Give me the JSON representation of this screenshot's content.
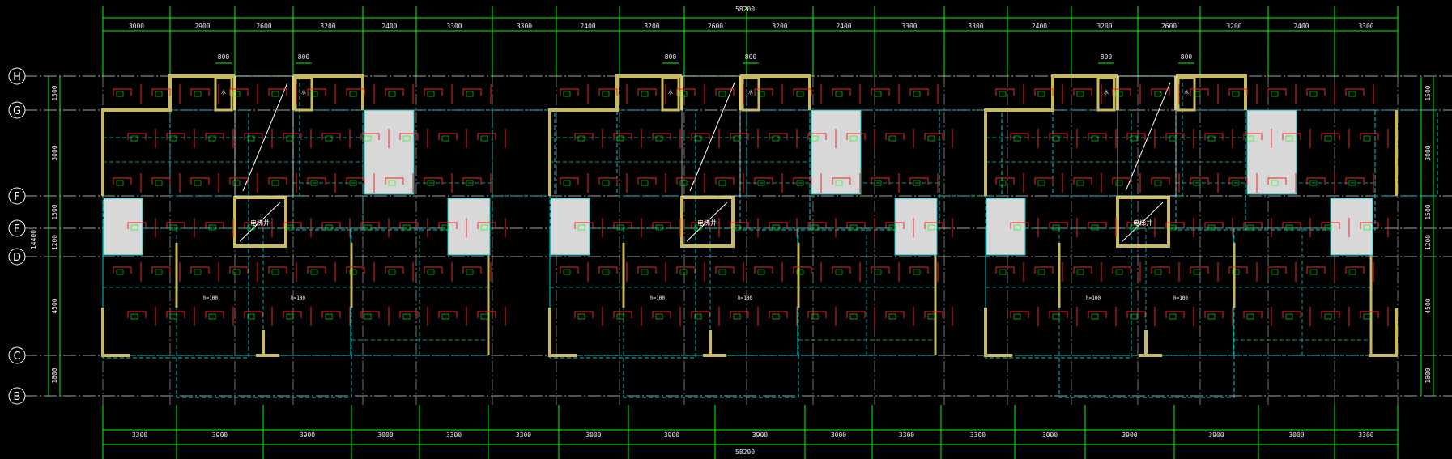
{
  "drawing": {
    "overall_dimension": "58200",
    "top_dimensions": [
      "3000",
      "2900",
      "2600",
      "3200",
      "2400",
      "3300",
      "3300",
      "2400",
      "3200",
      "2600",
      "3200",
      "2400",
      "3300",
      "3300",
      "2400",
      "3200",
      "2600",
      "3200",
      "2400",
      "3300"
    ],
    "bottom_dimensions": [
      "3300",
      "3900",
      "3900",
      "3000",
      "3300",
      "3300",
      "3000",
      "3900",
      "3900",
      "3000",
      "3300",
      "3300",
      "3000",
      "3900",
      "3900",
      "3000",
      "3300"
    ],
    "detail_dimension": "800",
    "row_axes": [
      "H",
      "G",
      "F",
      "E",
      "D",
      "C",
      "B"
    ],
    "left_dimensions": [
      "1500",
      "3000",
      "1500",
      "1200",
      "4500",
      "1800"
    ],
    "left_total": "14400",
    "right_dimensions": [
      "1500",
      "3000",
      "1500",
      "1200",
      "4500",
      "1800"
    ],
    "lift_label": "电梯井",
    "shaft_label": "水",
    "slab_label": "h=100",
    "colors": {
      "background": "#000000",
      "dimension_line": "#00ff00",
      "grid_line": "#ffffff",
      "wall": "#c8b860",
      "rebar": "#ff2020",
      "beam": "#00c8c8",
      "shaft_fill": "#d8d8d8"
    }
  }
}
